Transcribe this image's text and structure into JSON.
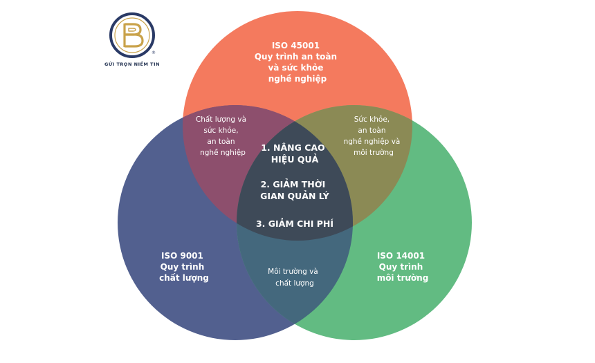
{
  "logo": {
    "tagline": "GỬI TRỌN NIỀM TIN",
    "registered_mark": "®",
    "icon": "letter-b-monogram-icon",
    "colors": {
      "ring": "#2a3a66",
      "gold": "#c9a24a"
    }
  },
  "venn": {
    "colors": {
      "iso45001": "#f47a5e",
      "iso9001": "#52608f",
      "iso14001": "#62bb82",
      "center": "#3e4a58"
    },
    "iso45001": {
      "lines": [
        "ISO 45001",
        "Quy trình an toàn",
        "và sức khỏe",
        "nghề nghiệp"
      ]
    },
    "iso9001": {
      "lines": [
        "ISO 9001",
        "Quy trình",
        "chất lượng"
      ]
    },
    "iso14001": {
      "lines": [
        "ISO 14001",
        "Quy trình",
        "môi trường"
      ]
    },
    "overlap_left": {
      "lines": [
        "Chất lượng và",
        "sức khỏe,",
        "an toàn",
        "nghề nghiệp"
      ]
    },
    "overlap_right": {
      "lines": [
        "Sức khỏe,",
        "an toàn",
        "nghề nghiệp và",
        "môi trường"
      ]
    },
    "overlap_bottom": {
      "lines": [
        "Môi trường và",
        "chất lượng"
      ]
    },
    "center": {
      "benefit1": [
        "1. NÂNG CAO",
        "HIỆU QUẢ"
      ],
      "benefit2": [
        "2. GIẢM THỜI",
        "GIAN QUẢN LÝ"
      ],
      "benefit3": [
        "3. GIẢM CHI PHÍ"
      ]
    }
  }
}
